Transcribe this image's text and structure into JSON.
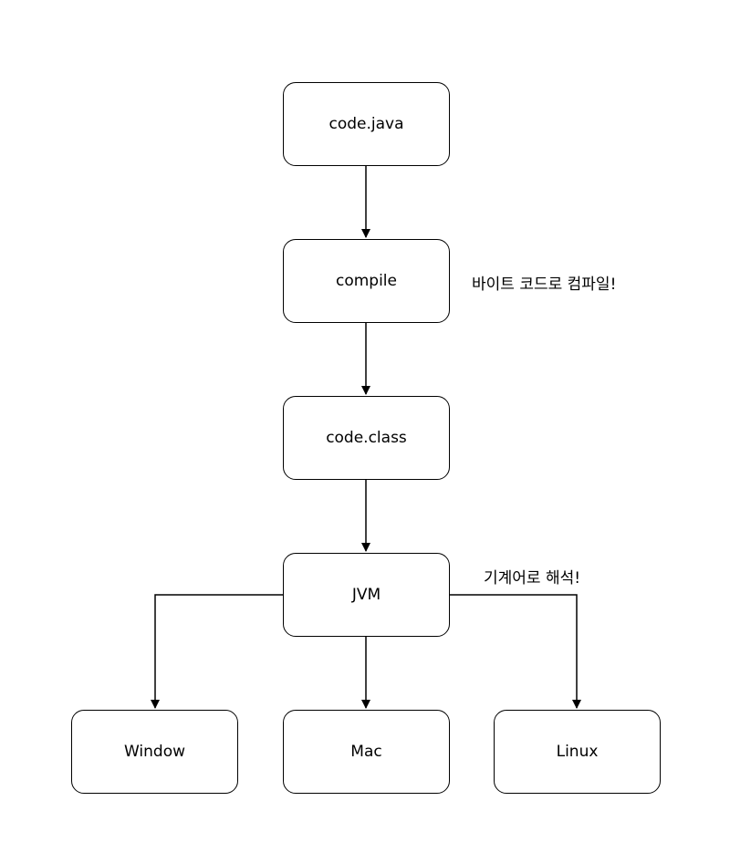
{
  "nodes": {
    "source": "code.java",
    "compile": "compile",
    "bytecode": "code.class",
    "jvm": "JVM",
    "window": "Window",
    "mac": "Mac",
    "linux": "Linux"
  },
  "notes": {
    "compile": "바이트 코드로 컴파일!",
    "jvm": "기계어로 해석!"
  },
  "colors": {
    "stroke": "#000000",
    "background": "#ffffff"
  }
}
